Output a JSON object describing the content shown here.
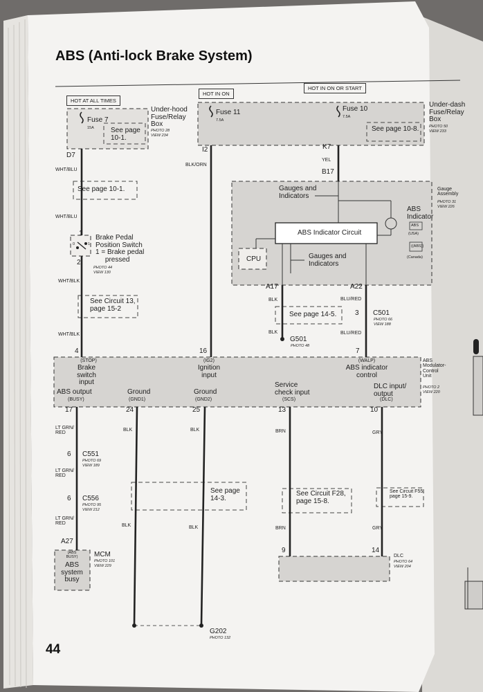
{
  "title": "ABS (Anti-lock Brake System)",
  "page_number": "44",
  "power_labels": {
    "hot_at_all_times": "HOT AT ALL TIMES",
    "hot_in_on": "HOT IN ON",
    "hot_in_on_or_start": "HOT IN ON OR START"
  },
  "underhood_box": {
    "label": "Under-hood\nFuse/Relay\nBox",
    "photo": "PHOTO 28",
    "view": "VIEW 234"
  },
  "underdash_box": {
    "label": "Under-dash\nFuse/Relay\nBox",
    "photo": "PHOTO 50",
    "view": "VIEW 233"
  },
  "fuse7": {
    "name": "Fuse 7",
    "rating": "15A",
    "ref": "See page\n10-1."
  },
  "fuse11": {
    "name": "Fuse 11",
    "rating": "7.5A"
  },
  "fuse10": {
    "name": "Fuse 10",
    "rating": "7.5A",
    "ref": "See page 10-8."
  },
  "connectors": {
    "d7": "D7",
    "i2": "I2",
    "k7": "K7",
    "b17": "B17",
    "a17": "A17",
    "a22": "A22",
    "pin1": "1",
    "pin2": "2",
    "pin3": "3",
    "pin4": "4",
    "pin16": "16",
    "pin7": "7",
    "pin17": "17",
    "pin24": "24",
    "pin25": "25",
    "pin13": "13",
    "pin10": "10",
    "pin6a": "6",
    "pin6b": "6",
    "a27": "A27",
    "pin9": "9",
    "pin14": "14"
  },
  "wires": {
    "wht_blu_1": "WHT/BLU",
    "wht_blu_2": "WHT/BLU",
    "wht_blk_1": "WHT/BLK",
    "wht_blk_2": "WHT/BLK",
    "blk_orn": "BLK/ORN",
    "yel": "YEL",
    "blk_1": "BLK",
    "blk_2": "BLK",
    "blu_red_1": "BLU/RED",
    "blu_red_2": "BLU/RED",
    "ltgrn_red_1": "LT GRN/\nRED",
    "ltgrn_red_2": "LT GRN/\nRED",
    "ltgrn_red_3": "LT GRN/\nRED",
    "blk_3": "BLK",
    "blk_4": "BLK",
    "blk_5": "BLK",
    "blk_6": "BLK",
    "brn_1": "BRN",
    "brn_2": "BRN",
    "gry_1": "GRY",
    "gry_2": "GRY"
  },
  "refs": {
    "page_10_1": "See page 10-1.",
    "circuit_13": "See Circuit 13,\npage 15-2",
    "page_14_5": "See page 14-5.",
    "page_14_3": "See page\n14-3.",
    "circuit_f28": "See Circuit F28,\npage 15-8.",
    "circuit_f55": "See Circuit F55,\npage 15-9."
  },
  "brake_switch": {
    "label": "Brake Pedal\nPosition Switch\n1 = Brake pedal\n     pressed",
    "photo": "PHOTO 44",
    "view": "VIEW 130",
    "sym_0": "0",
    "sym_1": "1"
  },
  "gauge_assembly": {
    "label": "Gauge\nAssembly",
    "photo": "PHOTO 31",
    "view": "VIEW 226",
    "gauges_top": "Gauges and\nIndicators",
    "abs_indicator": "ABS\nIndicator",
    "abs_usa": "ABS",
    "usa": "(USA)",
    "abs_canada": "((ABS))",
    "canada": "(Canada)",
    "circuit": "ABS Indicator Circuit",
    "cpu": "CPU",
    "gauges_bottom": "Gauges and\nIndicators"
  },
  "g501": {
    "name": "G501",
    "photo": "PHOTO 48"
  },
  "c501": {
    "name": "C501",
    "photo": "PHOTO 66",
    "view": "VIEW 188"
  },
  "c551": {
    "name": "C551",
    "photo": "PHOTO 69",
    "view": "VIEW 189"
  },
  "c556": {
    "name": "C556",
    "photo": "PHOTO 95",
    "view": "VIEW 212"
  },
  "g202": {
    "name": "G202",
    "photo": "PHOTO 132"
  },
  "modulator": {
    "label": "ABS\nModulator-\nControl\nUnit",
    "photo": "PHOTO 2",
    "view": "VIEW 220",
    "stop_code": "(STOP)",
    "stop_label": "Brake\nswitch\ninput",
    "ig2_code": "(IG2)",
    "ig2_label": "Ignition\ninput",
    "walp_code": "(WALP)",
    "walp_label": "ABS indicator\ncontrol",
    "busy_label": "ABS output",
    "busy_code": "(BUSY)",
    "gnd1_label": "Ground",
    "gnd1_code": "(GND1)",
    "gnd2_label": "Ground",
    "gnd2_code": "(GND2)",
    "scs_label": "Service\ncheck input",
    "scs_code": "(SCS)",
    "dlc_label": "DLC input/\noutput",
    "dlc_code": "(DLC)"
  },
  "mcm": {
    "name": "MCM",
    "photo": "PHOTO 101",
    "view": "VIEW 229",
    "pin_code": "(ABS\nBUSY)",
    "pin_label": "ABS\nsystem\nbusy"
  },
  "dlc": {
    "name": "DLC",
    "photo": "PHOTO 64",
    "view": "VIEW 204"
  }
}
